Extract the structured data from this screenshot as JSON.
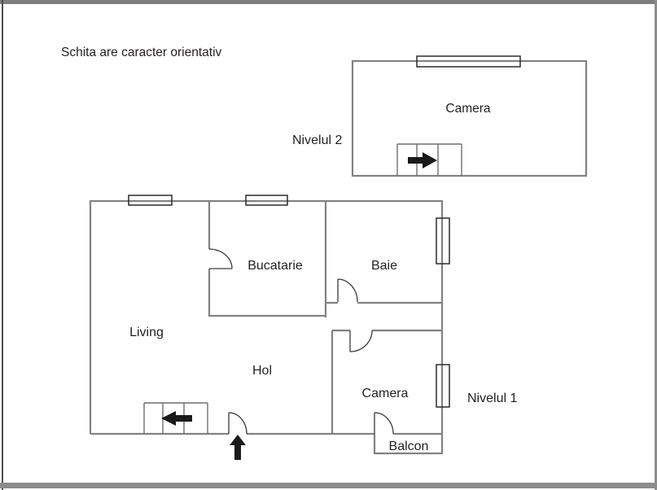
{
  "disclaimer": "Schita are caracter orientativ",
  "level2": {
    "label": "Nivelul 2",
    "rooms": {
      "camera": "Camera"
    },
    "icons": {
      "stairs_arrow": "arrow-right"
    }
  },
  "level1": {
    "label": "Nivelul 1",
    "rooms": {
      "living": "Living",
      "bucatarie": "Bucatarie",
      "baie": "Baie",
      "hol": "Hol",
      "camera": "Camera",
      "balcon": "Balcon"
    },
    "icons": {
      "stairs_arrow": "arrow-left",
      "entrance_arrow": "arrow-up"
    }
  },
  "colors": {
    "wall": "#828282",
    "stairs": "#6f6f6f",
    "window_frame": "#2b2b2b",
    "door": "#3a3a3a",
    "arrow": "#1a1a1a",
    "text": "#231f20",
    "frame": "#8c8c8c",
    "background": "#ffffff"
  }
}
